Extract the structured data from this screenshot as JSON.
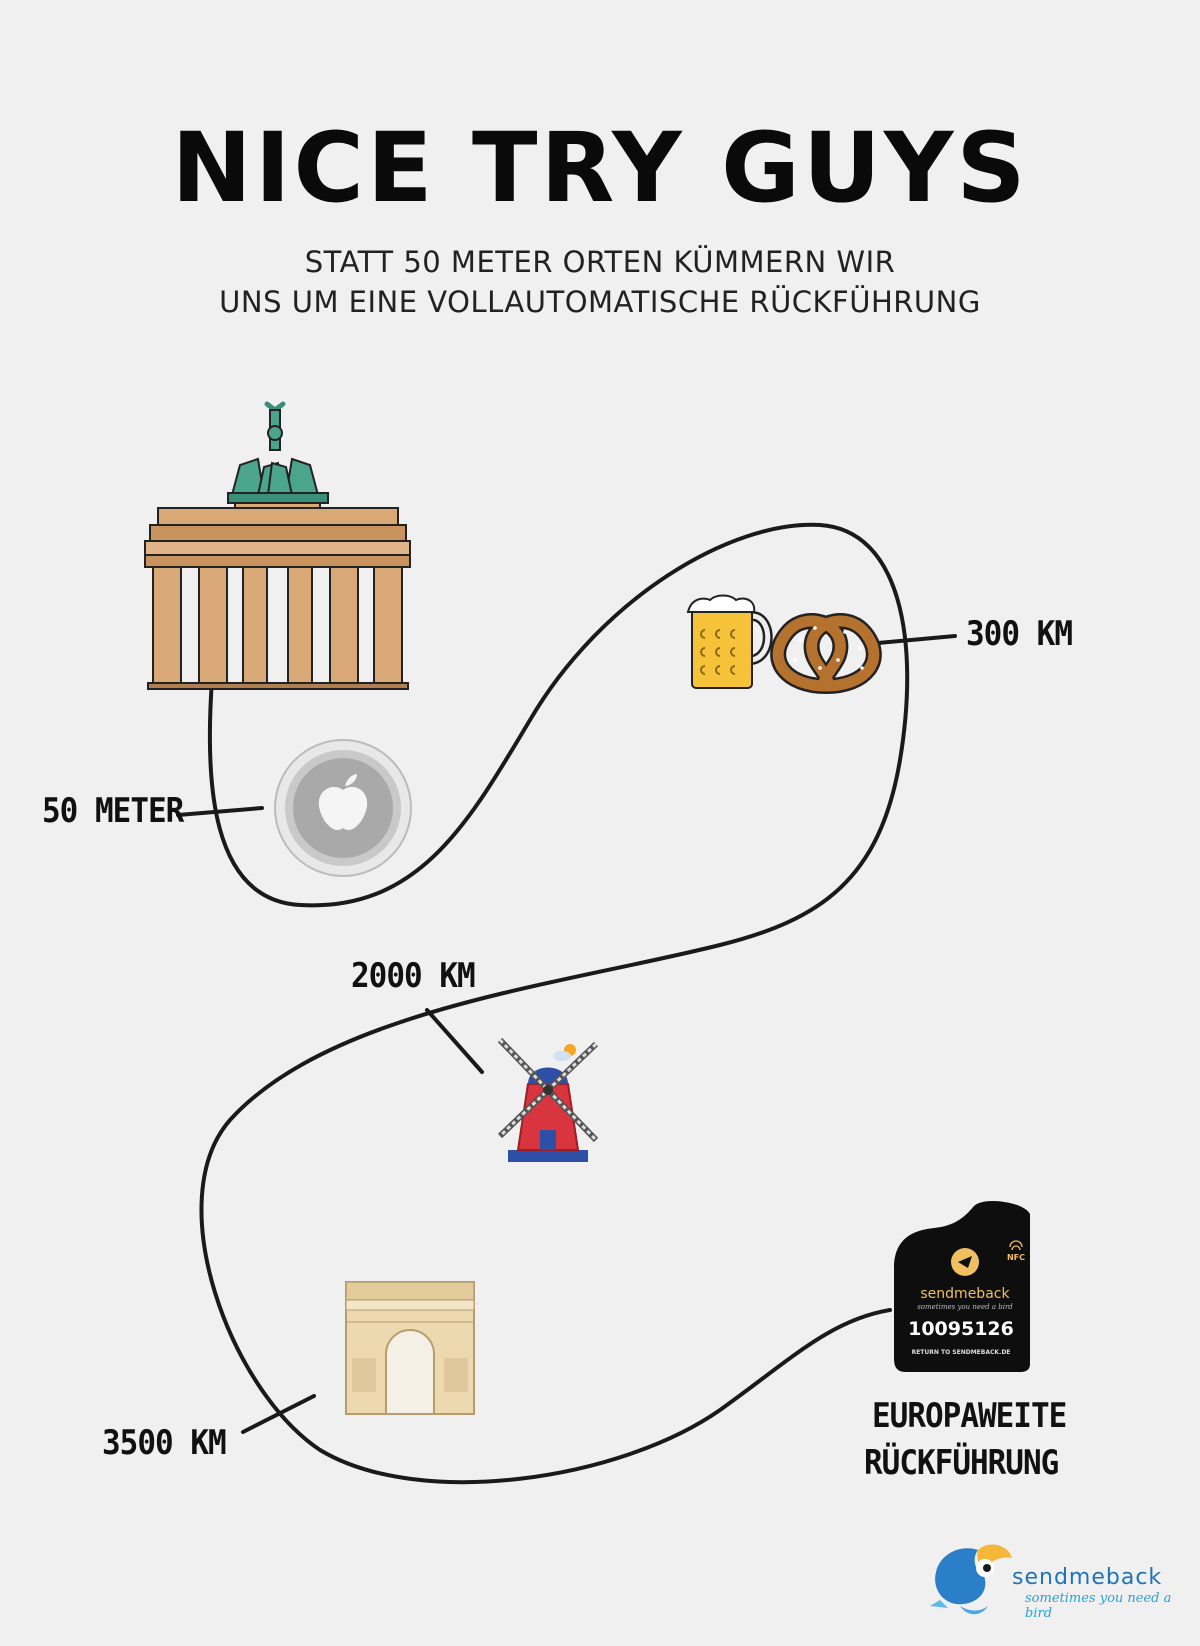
{
  "title": "NICE TRY GUYS",
  "subtitle_line1": "STATT 50 METER ORTEN KÜMMERN WIR",
  "subtitle_line2": "UNS UM EINE VOLLAUTOMATISCHE RÜCKFÜHRUNG",
  "labels": {
    "m50": "50 METER",
    "km300": "300 KM",
    "km2000": "2000 KM",
    "km3500": "3500 KM",
    "europe_line1": "EUROPAWEITE",
    "europe_line2": "RÜCKFÜHRUNG"
  },
  "tag": {
    "brand": "sendmeback",
    "tagline": "sometimes you need a bird",
    "nfc": "NFC",
    "number": "10095126",
    "return_text": "RETURN TO SENDMEBACK.DE"
  },
  "footer_logo": {
    "brand": "sendmeback",
    "tagline": "sometimes you need a bird"
  },
  "icons": [
    "brandenburg-gate-icon",
    "airtag-icon",
    "beer-mug-icon",
    "pretzel-icon",
    "windmill-icon",
    "arc-de-triomphe-icon",
    "sendmeback-tag-icon",
    "sendmeback-bird-logo-icon"
  ],
  "colors": {
    "background": "#f0f0f0",
    "path": "#1a1a1a",
    "brand_blue": "#1e74b8",
    "brand_gold": "#f0c060"
  }
}
